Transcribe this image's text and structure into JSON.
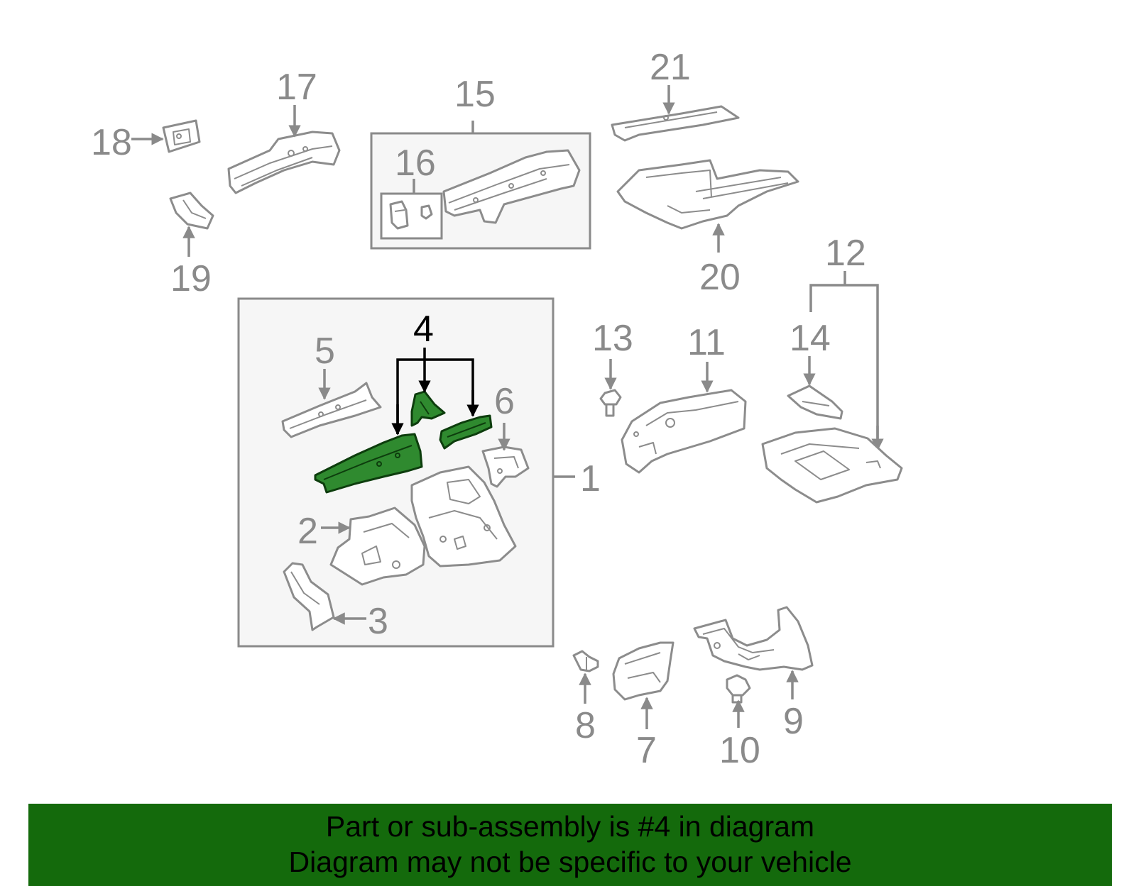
{
  "callouts": {
    "c1": "1",
    "c2": "2",
    "c3": "3",
    "c4": "4",
    "c5": "5",
    "c6": "6",
    "c7": "7",
    "c8": "8",
    "c9": "9",
    "c10": "10",
    "c11": "11",
    "c12": "12",
    "c13": "13",
    "c14": "14",
    "c15": "15",
    "c16": "16",
    "c17": "17",
    "c18": "18",
    "c19": "19",
    "c20": "20",
    "c21": "21"
  },
  "highlight": {
    "part_number": "4",
    "fill_color": "#2f8a2f",
    "outline_color": "#0d3d0d"
  },
  "colors": {
    "line_art": "#8c8c8c",
    "group_box_fill": "#f6f6f6",
    "banner_background": "#146a0c",
    "banner_text": "#000000"
  },
  "banner": {
    "line1": "Part or sub-assembly is #4 in diagram",
    "line2": "Diagram may not be specific to your vehicle"
  }
}
